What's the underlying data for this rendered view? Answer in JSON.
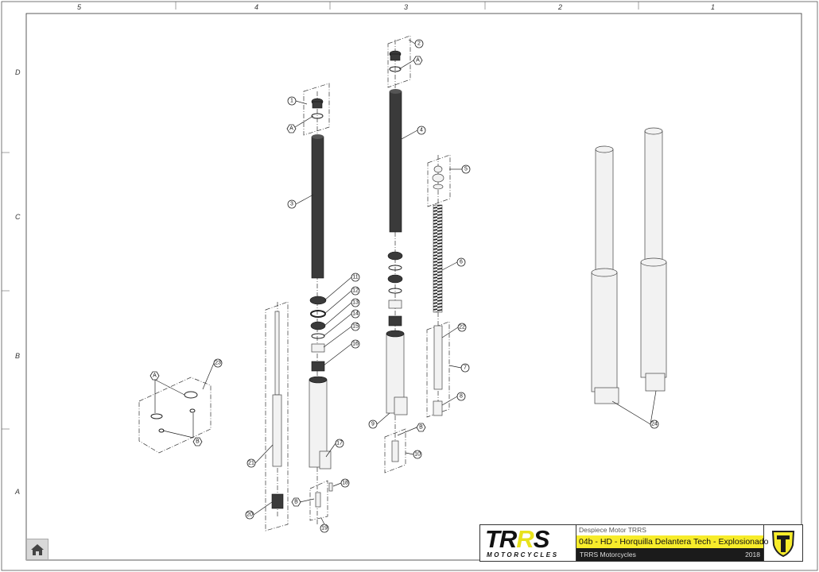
{
  "ruler": {
    "columns": [
      "5",
      "4",
      "3",
      "2",
      "1"
    ],
    "rows": [
      "D",
      "C",
      "B",
      "A"
    ]
  },
  "callouts": {
    "c1": "1",
    "c2": "2",
    "c3": "3",
    "c4": "4",
    "c5": "5",
    "c6": "6",
    "c7": "7",
    "c8": "8",
    "c9": "9",
    "c10": "10",
    "c11": "11",
    "c12": "12",
    "c13": "13",
    "c14": "14",
    "c15": "15",
    "c16": "16",
    "c17": "17",
    "c18": "18",
    "c19": "19",
    "c20": "20",
    "c21": "21",
    "c22": "22",
    "c23": "23",
    "c24": "24",
    "a": "A",
    "b": "B"
  },
  "title_block": {
    "logo_main_1": "TR",
    "logo_main_2": "R",
    "logo_main_3": "S",
    "logo_sub": "MOTORCYCLES",
    "subtitle": "Despiece Motor TRRS",
    "title": "04b - HD - Horquilla Delantera Tech - Explosionado",
    "company": "TRRS Motorcycles",
    "year": "2018"
  },
  "colors": {
    "accent": "#f7ec2a",
    "dark": "#1b1b1b"
  },
  "home_icon": "home-icon"
}
